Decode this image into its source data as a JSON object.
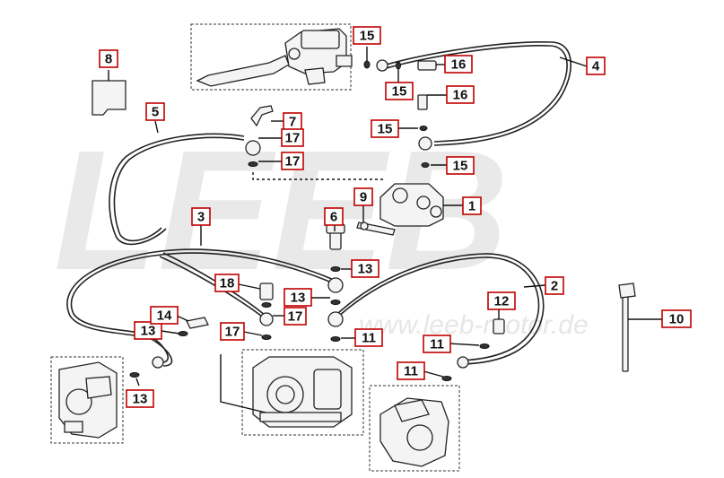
{
  "watermark": {
    "brand": "LEEB",
    "url": "www.leeb-motor.de"
  },
  "callouts": {
    "c1": "1",
    "c2": "2",
    "c3": "3",
    "c4": "4",
    "c5": "5",
    "c6": "6",
    "c7": "7",
    "c8": "8",
    "c9": "9",
    "c10": "10",
    "c11a": "11",
    "c11b": "11",
    "c11c": "11",
    "c12": "12",
    "c13a": "13",
    "c13b": "13",
    "c13c": "13",
    "c13d": "13",
    "c14": "14",
    "c15a": "15",
    "c15b": "15",
    "c15c": "15",
    "c15d": "15",
    "c16a": "16",
    "c16b": "16",
    "c17a": "17",
    "c17b": "17",
    "c17c": "17",
    "c17d": "17",
    "c18": "18"
  },
  "colors": {
    "callout_border": "#c00000",
    "line": "#222222",
    "watermark": "#e9e9e9"
  }
}
